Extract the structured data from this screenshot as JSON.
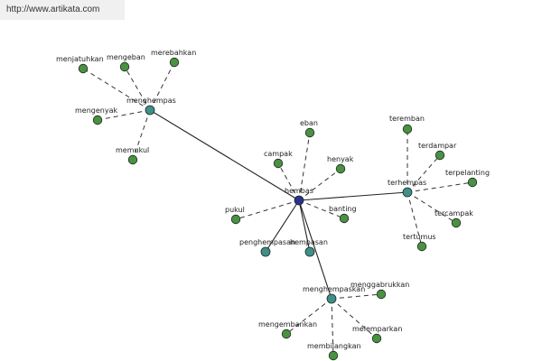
{
  "watermark": {
    "url": "http://www.artikata.com"
  },
  "colors": {
    "center": "#2b2f8e",
    "hub": "#3f8f8a",
    "leaf": "#4a9142",
    "outline": "#1f2a1f",
    "solid_edge": "#222222",
    "dashed_edge": "#333333"
  },
  "graph": {
    "center": {
      "id": "hembas",
      "label": "hembas"
    },
    "hubs": [
      {
        "id": "menghempas",
        "label": "menghempas"
      },
      {
        "id": "terhempas",
        "label": "terhempas"
      },
      {
        "id": "penghempasan",
        "label": "penghempasan"
      },
      {
        "id": "hempasan",
        "label": "hempasan"
      },
      {
        "id": "menghempaskan",
        "label": "menghempaskan"
      }
    ],
    "leaves": [
      {
        "id": "menjatuhkan",
        "label": "menjatuhkan",
        "parent": "menghempas"
      },
      {
        "id": "mengeban",
        "label": "mengeban",
        "parent": "menghempas"
      },
      {
        "id": "merebahkan",
        "label": "merebahkan",
        "parent": "menghempas"
      },
      {
        "id": "mengenyak",
        "label": "mengenyak",
        "parent": "menghempas"
      },
      {
        "id": "memukul",
        "label": "memukul",
        "parent": "menghempas"
      },
      {
        "id": "eban",
        "label": "eban",
        "parent": "hembas"
      },
      {
        "id": "campak",
        "label": "campak",
        "parent": "hembas"
      },
      {
        "id": "henyak",
        "label": "henyak",
        "parent": "hembas"
      },
      {
        "id": "pukul",
        "label": "pukul",
        "parent": "hembas"
      },
      {
        "id": "banting",
        "label": "banting",
        "parent": "hembas"
      },
      {
        "id": "teremban",
        "label": "teremban",
        "parent": "terhempas"
      },
      {
        "id": "terdampar",
        "label": "terdampar",
        "parent": "terhempas"
      },
      {
        "id": "terpelanting",
        "label": "terpelanting",
        "parent": "terhempas"
      },
      {
        "id": "tercampak",
        "label": "tercampak",
        "parent": "terhempas"
      },
      {
        "id": "tertumus",
        "label": "tertumus",
        "parent": "terhempas"
      },
      {
        "id": "menggabrukkan",
        "label": "menggabrukkan",
        "parent": "menghempaskan"
      },
      {
        "id": "mengembankan",
        "label": "mengembankan",
        "parent": "menghempaskan"
      },
      {
        "id": "melemparkan",
        "label": "melemparkan",
        "parent": "menghempaskan"
      },
      {
        "id": "membilangkan",
        "label": "membilangkan",
        "parent": "menghempaskan"
      }
    ]
  }
}
